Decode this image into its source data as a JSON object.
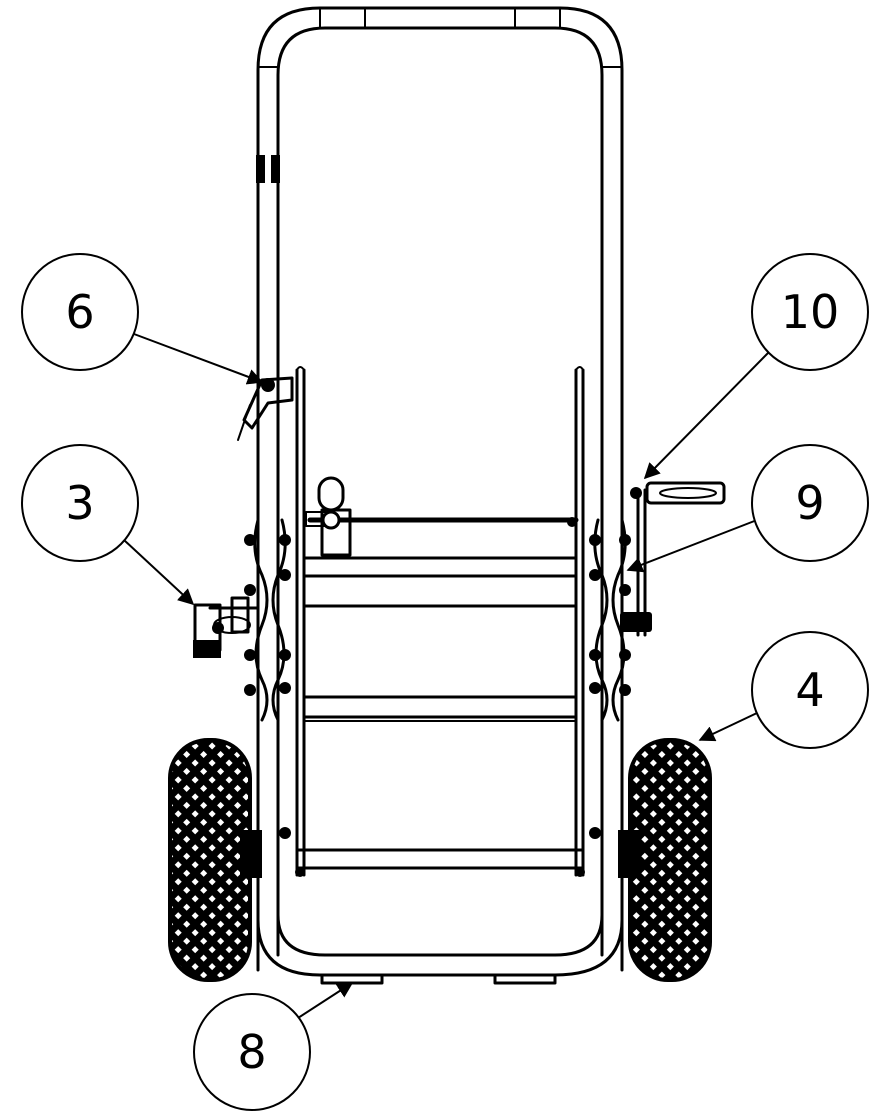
{
  "callouts": [
    {
      "label": "6",
      "part": "spray-gun"
    },
    {
      "label": "10",
      "part": "crank-handle"
    },
    {
      "label": "3",
      "part": "hose-bracket"
    },
    {
      "label": "9",
      "part": "reel-drum"
    },
    {
      "label": "4",
      "part": "wheel"
    },
    {
      "label": "8",
      "part": "base-plate"
    }
  ],
  "colors": {
    "line": "#000000",
    "background": "#ffffff"
  }
}
